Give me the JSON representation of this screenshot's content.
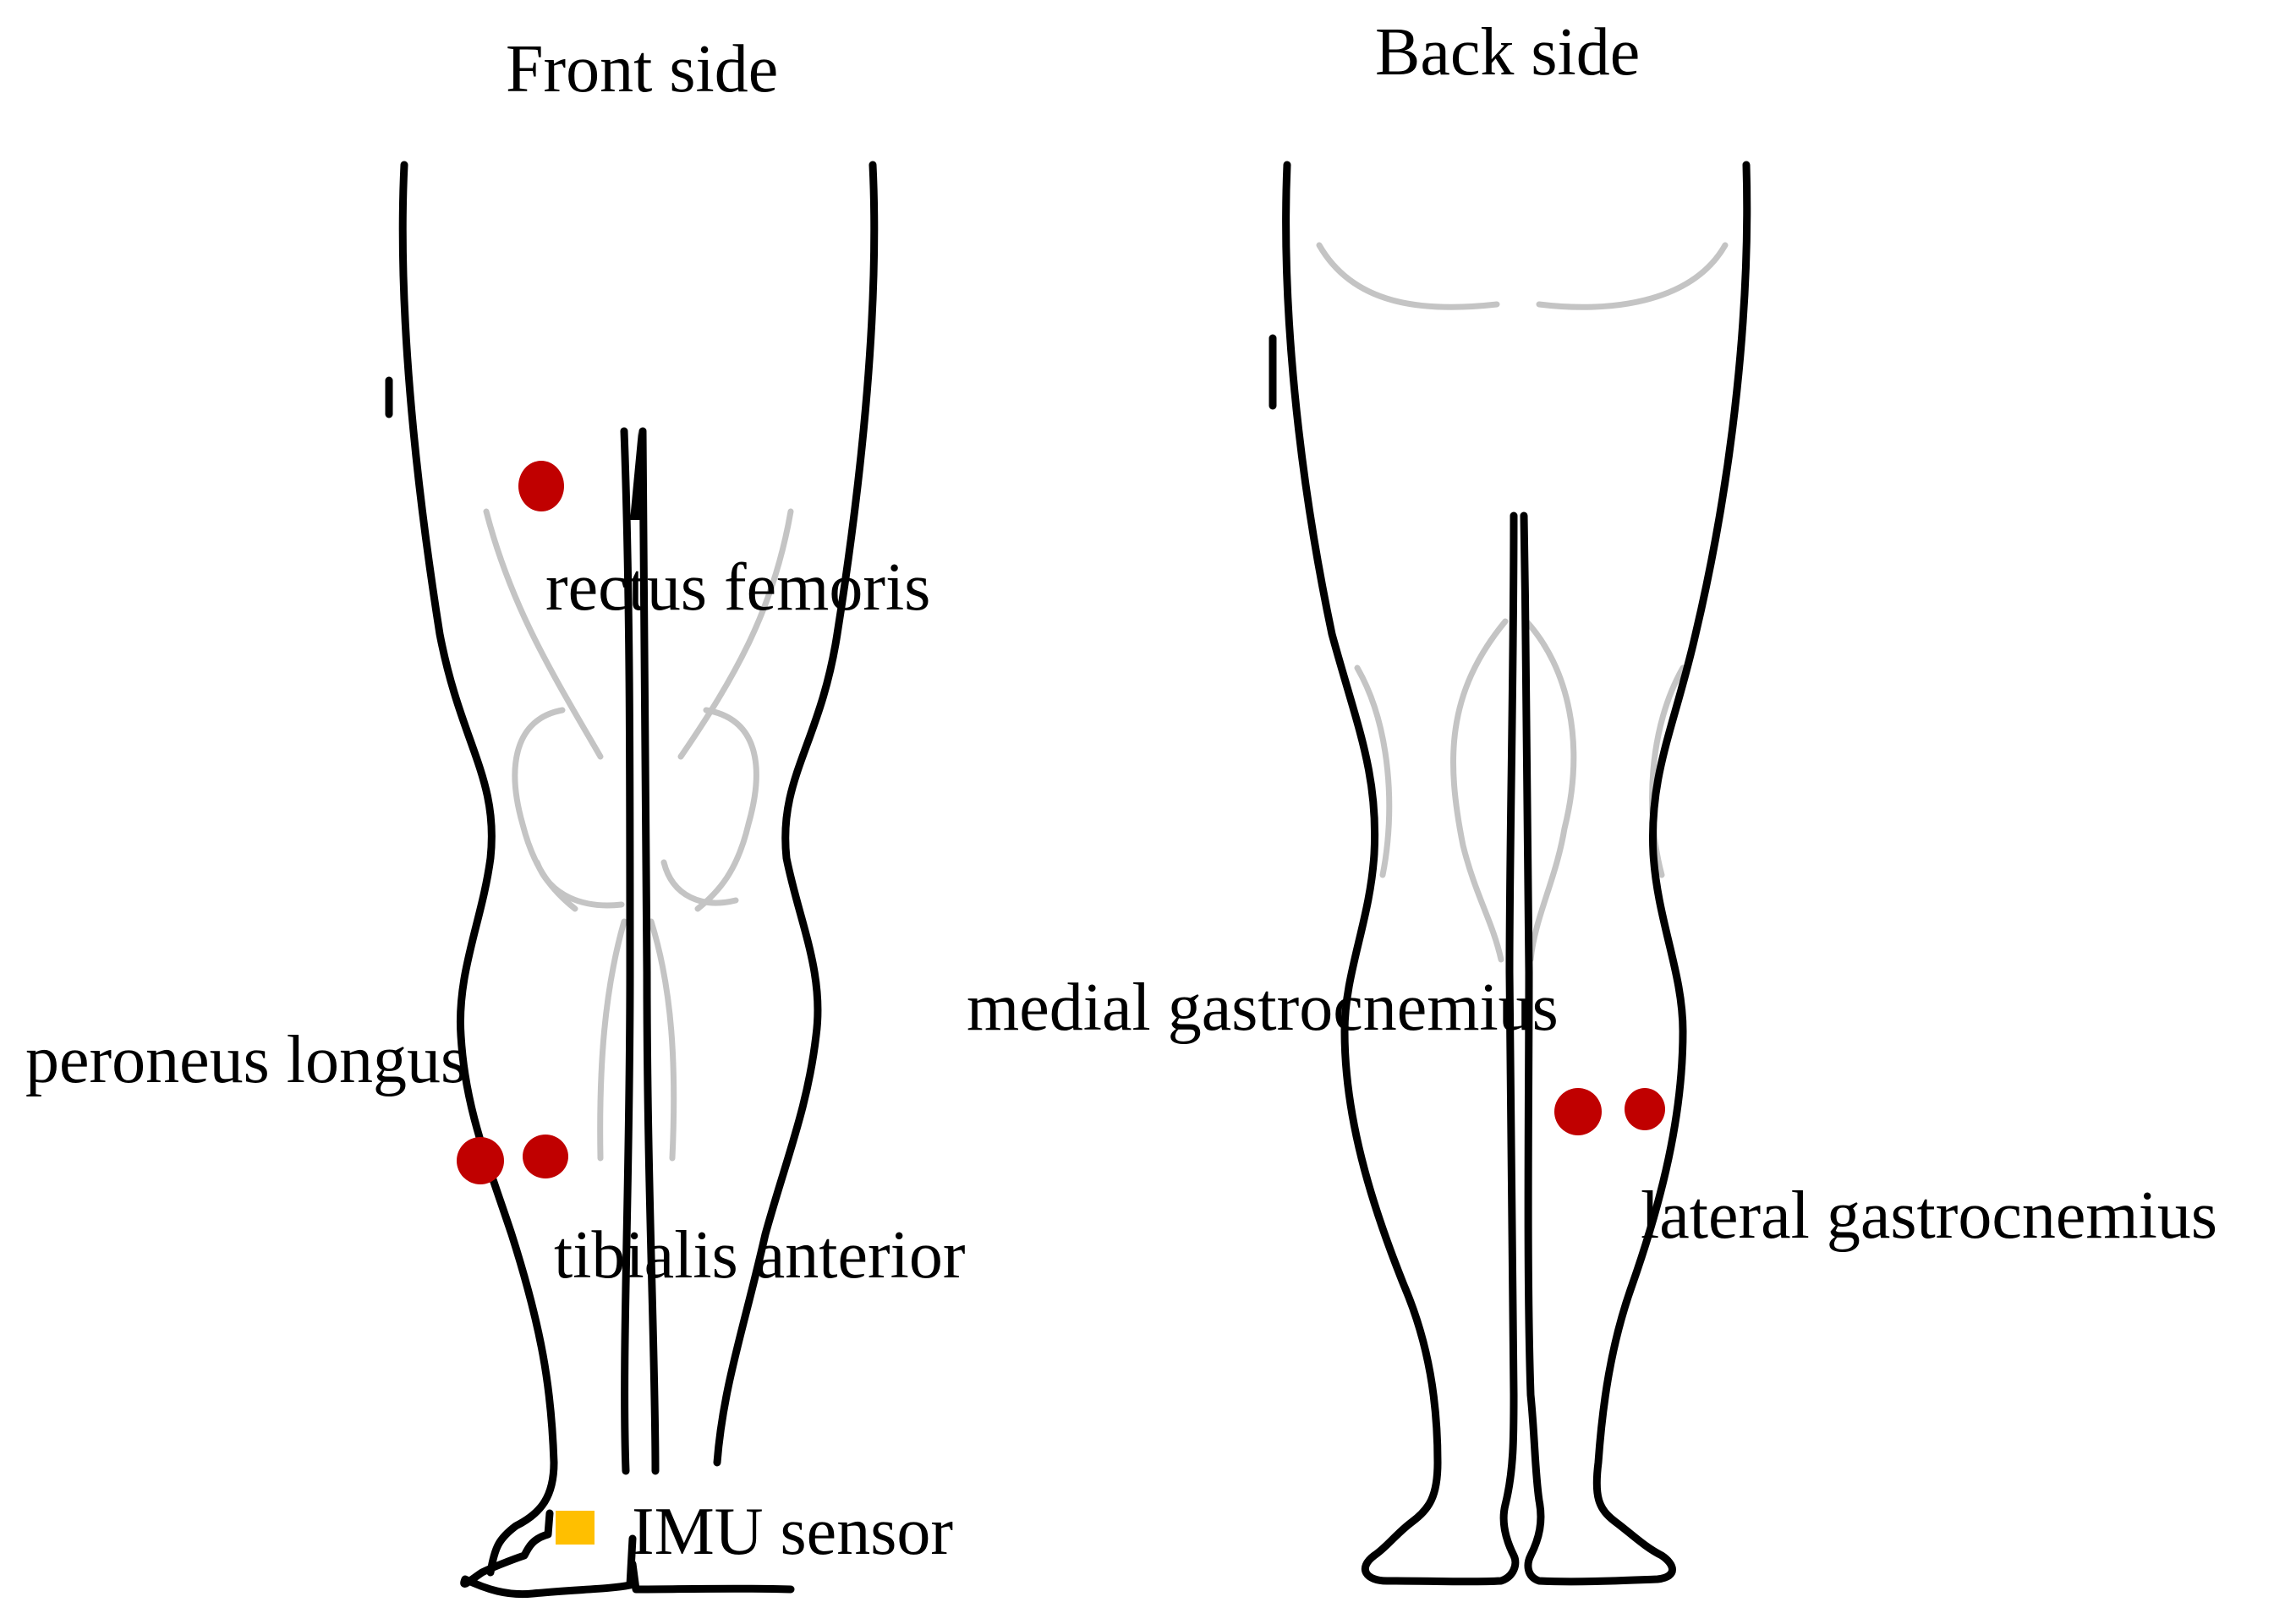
{
  "titles": {
    "front": "Front side",
    "back": "Back side"
  },
  "labels": {
    "rectus_femoris": "rectus femoris",
    "peroneus_longus": "peroneus longus",
    "tibialis_anterior": "tibialis anterior",
    "medial_gastrocnemius": "medial gastrocnemius",
    "lateral_gastrocnemius": "lateral gastrocnemius"
  },
  "legend": {
    "imu": "IMU sensor"
  },
  "colors": {
    "outline": "#000000",
    "muscle_contour": "#c4c4c4",
    "electrode": "#c00000",
    "imu_sensor": "#ffbf00"
  }
}
